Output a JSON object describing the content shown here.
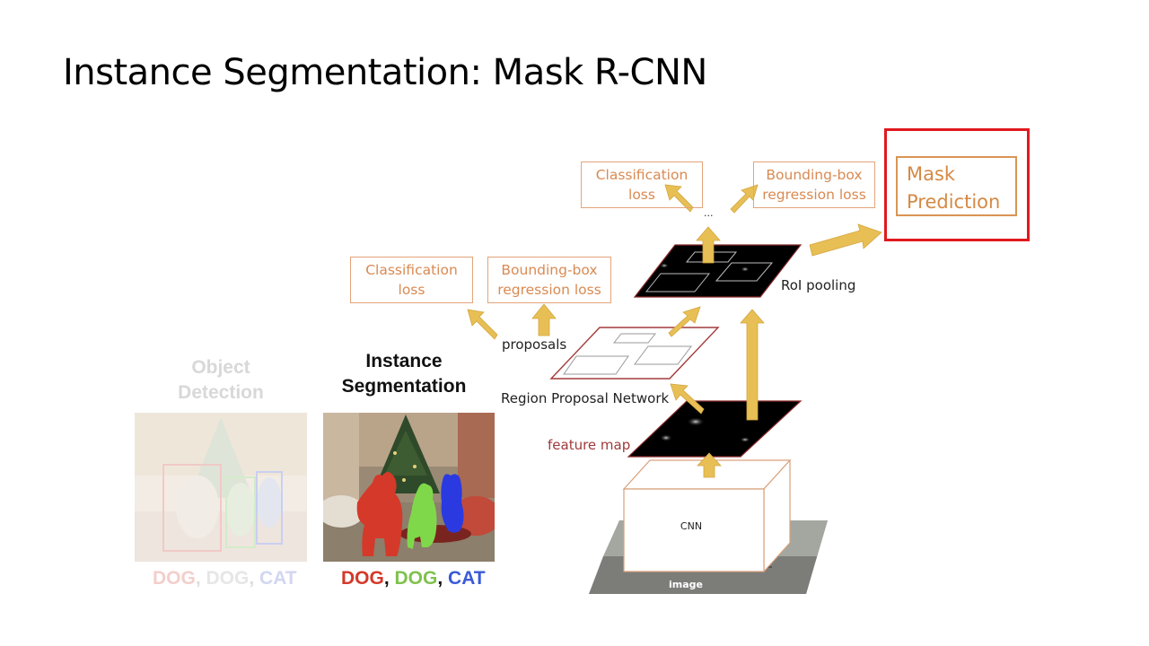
{
  "title": "Instance Segmentation: Mask R-CNN",
  "left_panels": {
    "object_detection": {
      "title_line1": "Object",
      "title_line2": "Detection",
      "caption": {
        "w1": "DOG",
        "sep1": ", ",
        "w2": "DOG",
        "sep2": ", ",
        "w3": "CAT"
      }
    },
    "instance_segmentation": {
      "title_line1": "Instance",
      "title_line2": "Segmentation",
      "caption": {
        "w1": "DOG",
        "sep1": ", ",
        "w2": "DOG",
        "sep2": ", ",
        "w3": "CAT"
      }
    }
  },
  "diagram": {
    "top_cls_line1": "Classification",
    "top_cls_line2": "loss",
    "top_bbox_line1": "Bounding-box",
    "top_bbox_line2": "regression loss",
    "ellipsis": "...",
    "mask_line1": "Mask",
    "mask_line2": "Prediction",
    "roi_pooling": "RoI pooling",
    "mid_cls_line1": "Classification",
    "mid_cls_line2": "loss",
    "mid_bbox_line1": "Bounding-box",
    "mid_bbox_line2": "regression loss",
    "proposals": "proposals",
    "rpn": "Region Proposal Network",
    "feature_map": "feature map",
    "cnn": "CNN",
    "image": "image"
  },
  "colors": {
    "arrow": "#e8bf55",
    "loss_text": "#d98a52",
    "highlight": "#e0191e",
    "dog1": "#d4392a",
    "dog2": "#7fd84a",
    "cat": "#2b3ae0"
  }
}
